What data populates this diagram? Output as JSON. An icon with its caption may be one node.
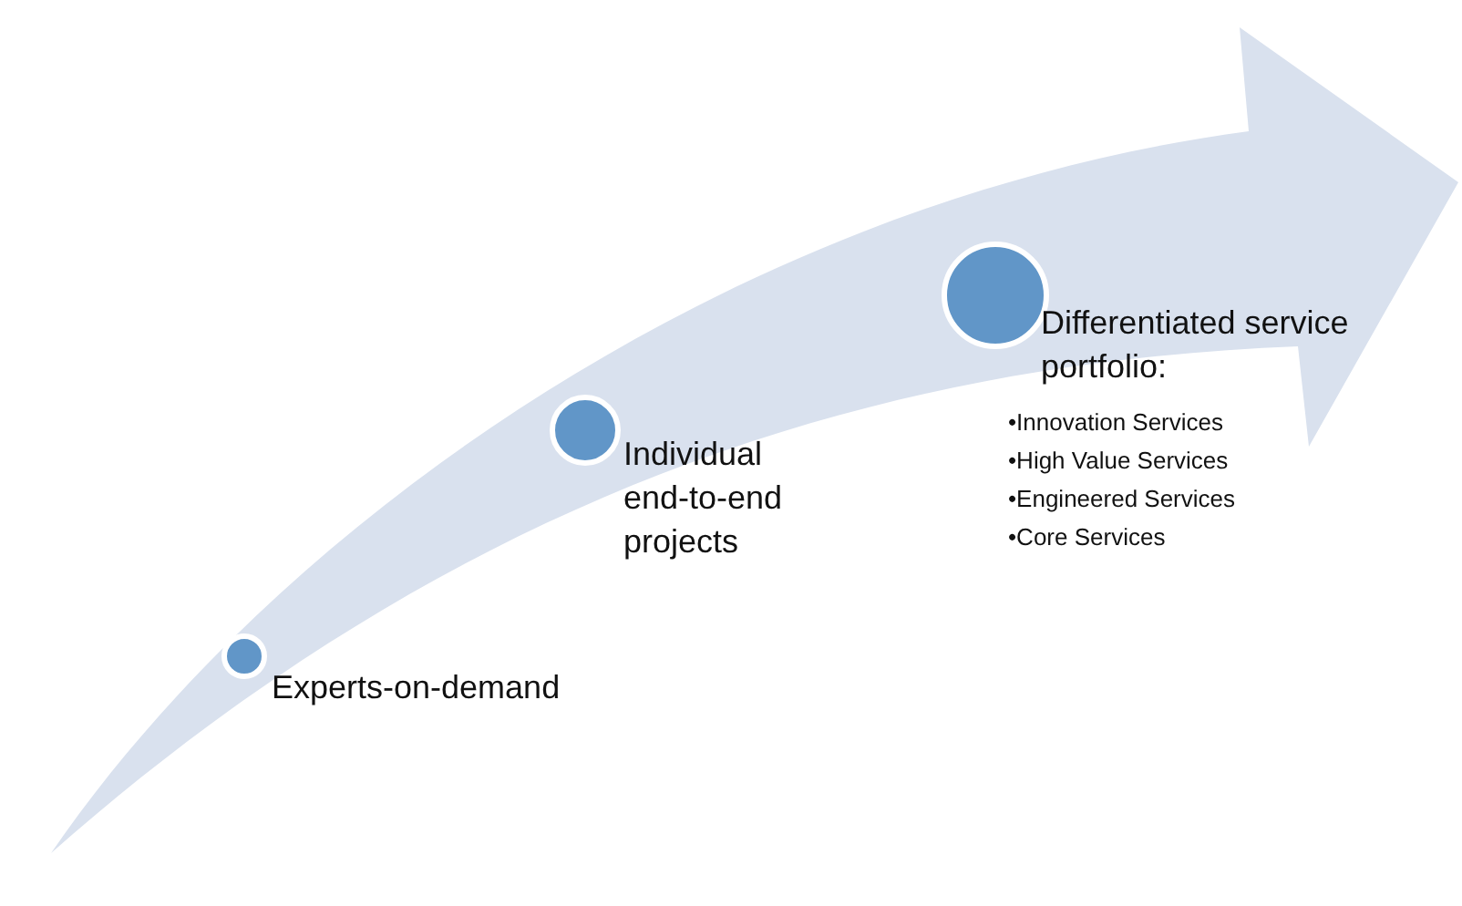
{
  "diagram": {
    "nodes": [
      {
        "text": [
          "Experts-on-demand"
        ]
      },
      {
        "text": [
          "Individual end-to-end projects"
        ]
      },
      {
        "text": [
          "Differentiated service portfolio:",
          "•Innovation Services",
          "•High Value Services",
          "•Engineered Services",
          "•Core Services"
        ]
      }
    ],
    "edges": []
  }
}
